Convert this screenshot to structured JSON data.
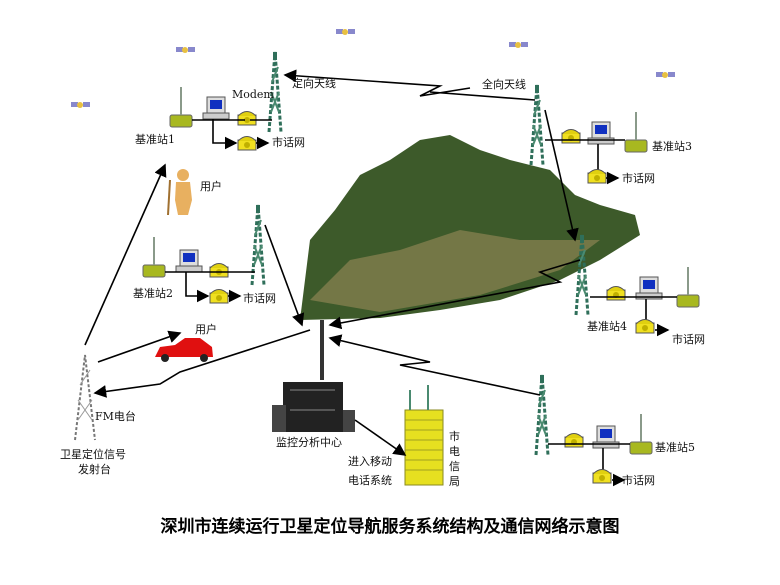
{
  "title": "深圳市连续运行卫星定位导航服务系统结构及通信网络示意图",
  "labels": {
    "directional_antenna": "定向天线",
    "omni_antenna": "全向天线",
    "modem": "Modem",
    "station1": "基准站1",
    "station2": "基准站2",
    "station3": "基准站3",
    "station4": "基准站4",
    "station5": "基准站5",
    "phone_net": "市话网",
    "user": "用户",
    "fm": "FM电台",
    "transmitter_line1": "卫星定位信号",
    "transmitter_line2": "发射台",
    "monitor_center": "监控分析中心",
    "mobile_line1": "进入移动",
    "mobile_line2": "电话系统",
    "telecom": [
      "市",
      "电",
      "信",
      "局"
    ]
  },
  "colors": {
    "arrow": "#000000",
    "terrain": "#3d5a2a",
    "car": "#e01010",
    "building": "#e6e020",
    "phone": "#f0e020",
    "screen": "#1030c0"
  }
}
